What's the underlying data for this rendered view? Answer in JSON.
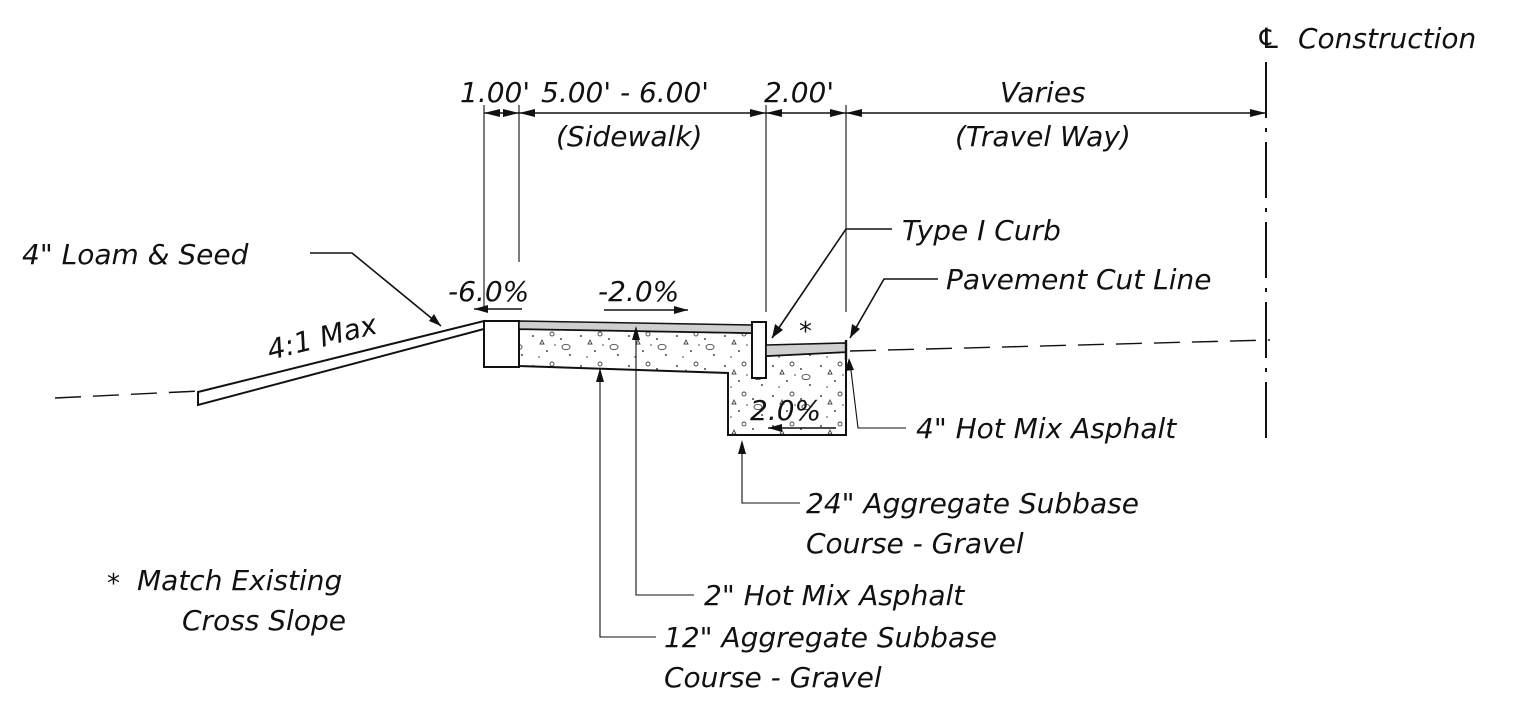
{
  "centerline": {
    "symbol": "℄",
    "label": "Construction"
  },
  "dimensions": {
    "buffer": "1.00'",
    "sidewalk_width": "5.00' - 6.00'",
    "sidewalk_name": "(Sidewalk)",
    "shoulder": "2.00'",
    "travel_width": "Varies",
    "travel_name": "(Travel Way)"
  },
  "slopes": {
    "buffer_slope": "-6.0%",
    "sidewalk_slope": "-2.0%",
    "subbase_slope": "2.0%",
    "embankment": "4:1 Max",
    "match_marker": "*"
  },
  "callouts": {
    "loam_seed": "4\" Loam & Seed",
    "curb": "Type I Curb",
    "cut_line": "Pavement Cut Line",
    "hma_road": "4\" Hot Mix Asphalt",
    "subbase24_line1": "24\" Aggregate Subbase",
    "subbase24_line2": "Course - Gravel",
    "hma_sidewalk": "2\" Hot Mix Asphalt",
    "subbase12_line1": "12\" Aggregate Subbase",
    "subbase12_line2": "Course - Gravel"
  },
  "note": {
    "marker": "*",
    "line1": "Match Existing",
    "line2": "Cross Slope"
  }
}
